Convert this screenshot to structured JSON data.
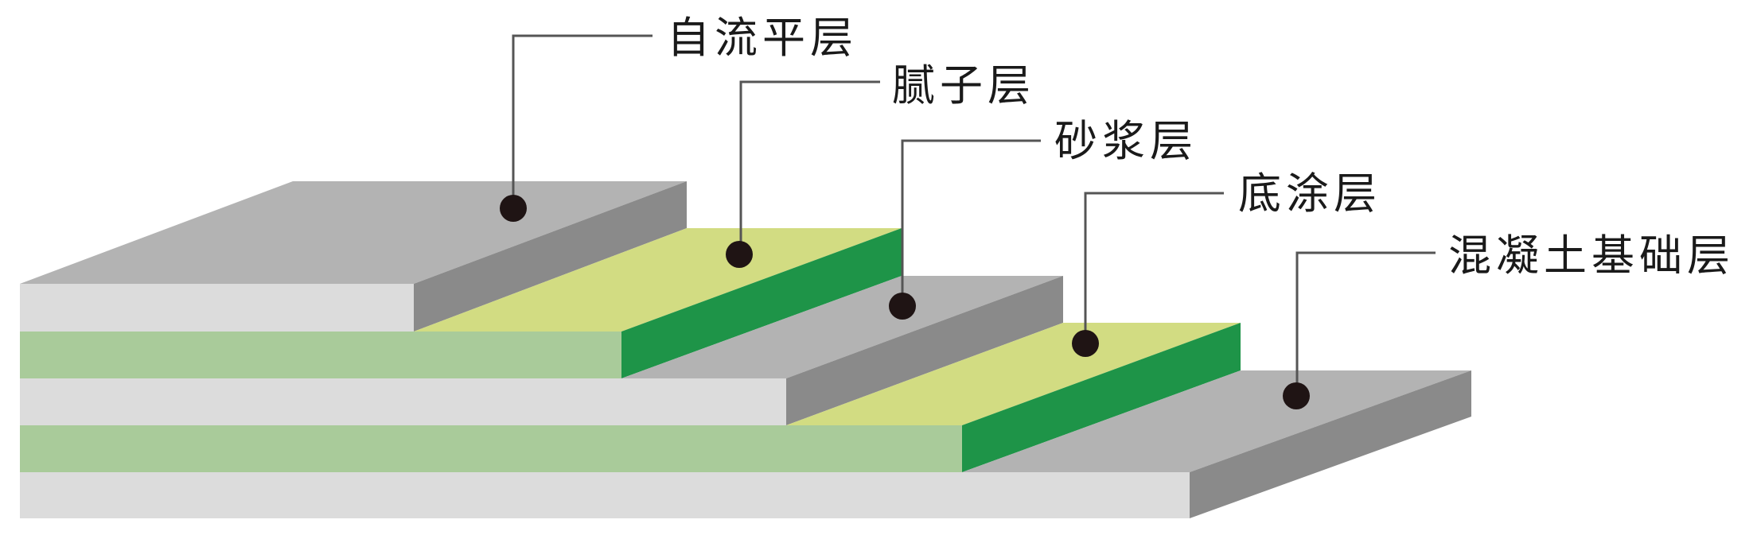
{
  "colors": {
    "top_gray": "#b3b3b3",
    "side_gray": "#8a8a8a",
    "front_gray": "#dcdcdc",
    "top_yellow": "#d2dc82",
    "side_green": "#1e9448",
    "front_green": "#a9cb9a",
    "leader": "#555555",
    "dot": "#1f1414",
    "label": "#1a1a1a"
  },
  "labels": [
    {
      "id": "self-leveling",
      "text": "自流平层"
    },
    {
      "id": "putty",
      "text": "腻子层"
    },
    {
      "id": "mortar",
      "text": "砂浆层"
    },
    {
      "id": "primer",
      "text": "底涂层"
    },
    {
      "id": "concrete",
      "text": "混凝土基础层"
    }
  ]
}
